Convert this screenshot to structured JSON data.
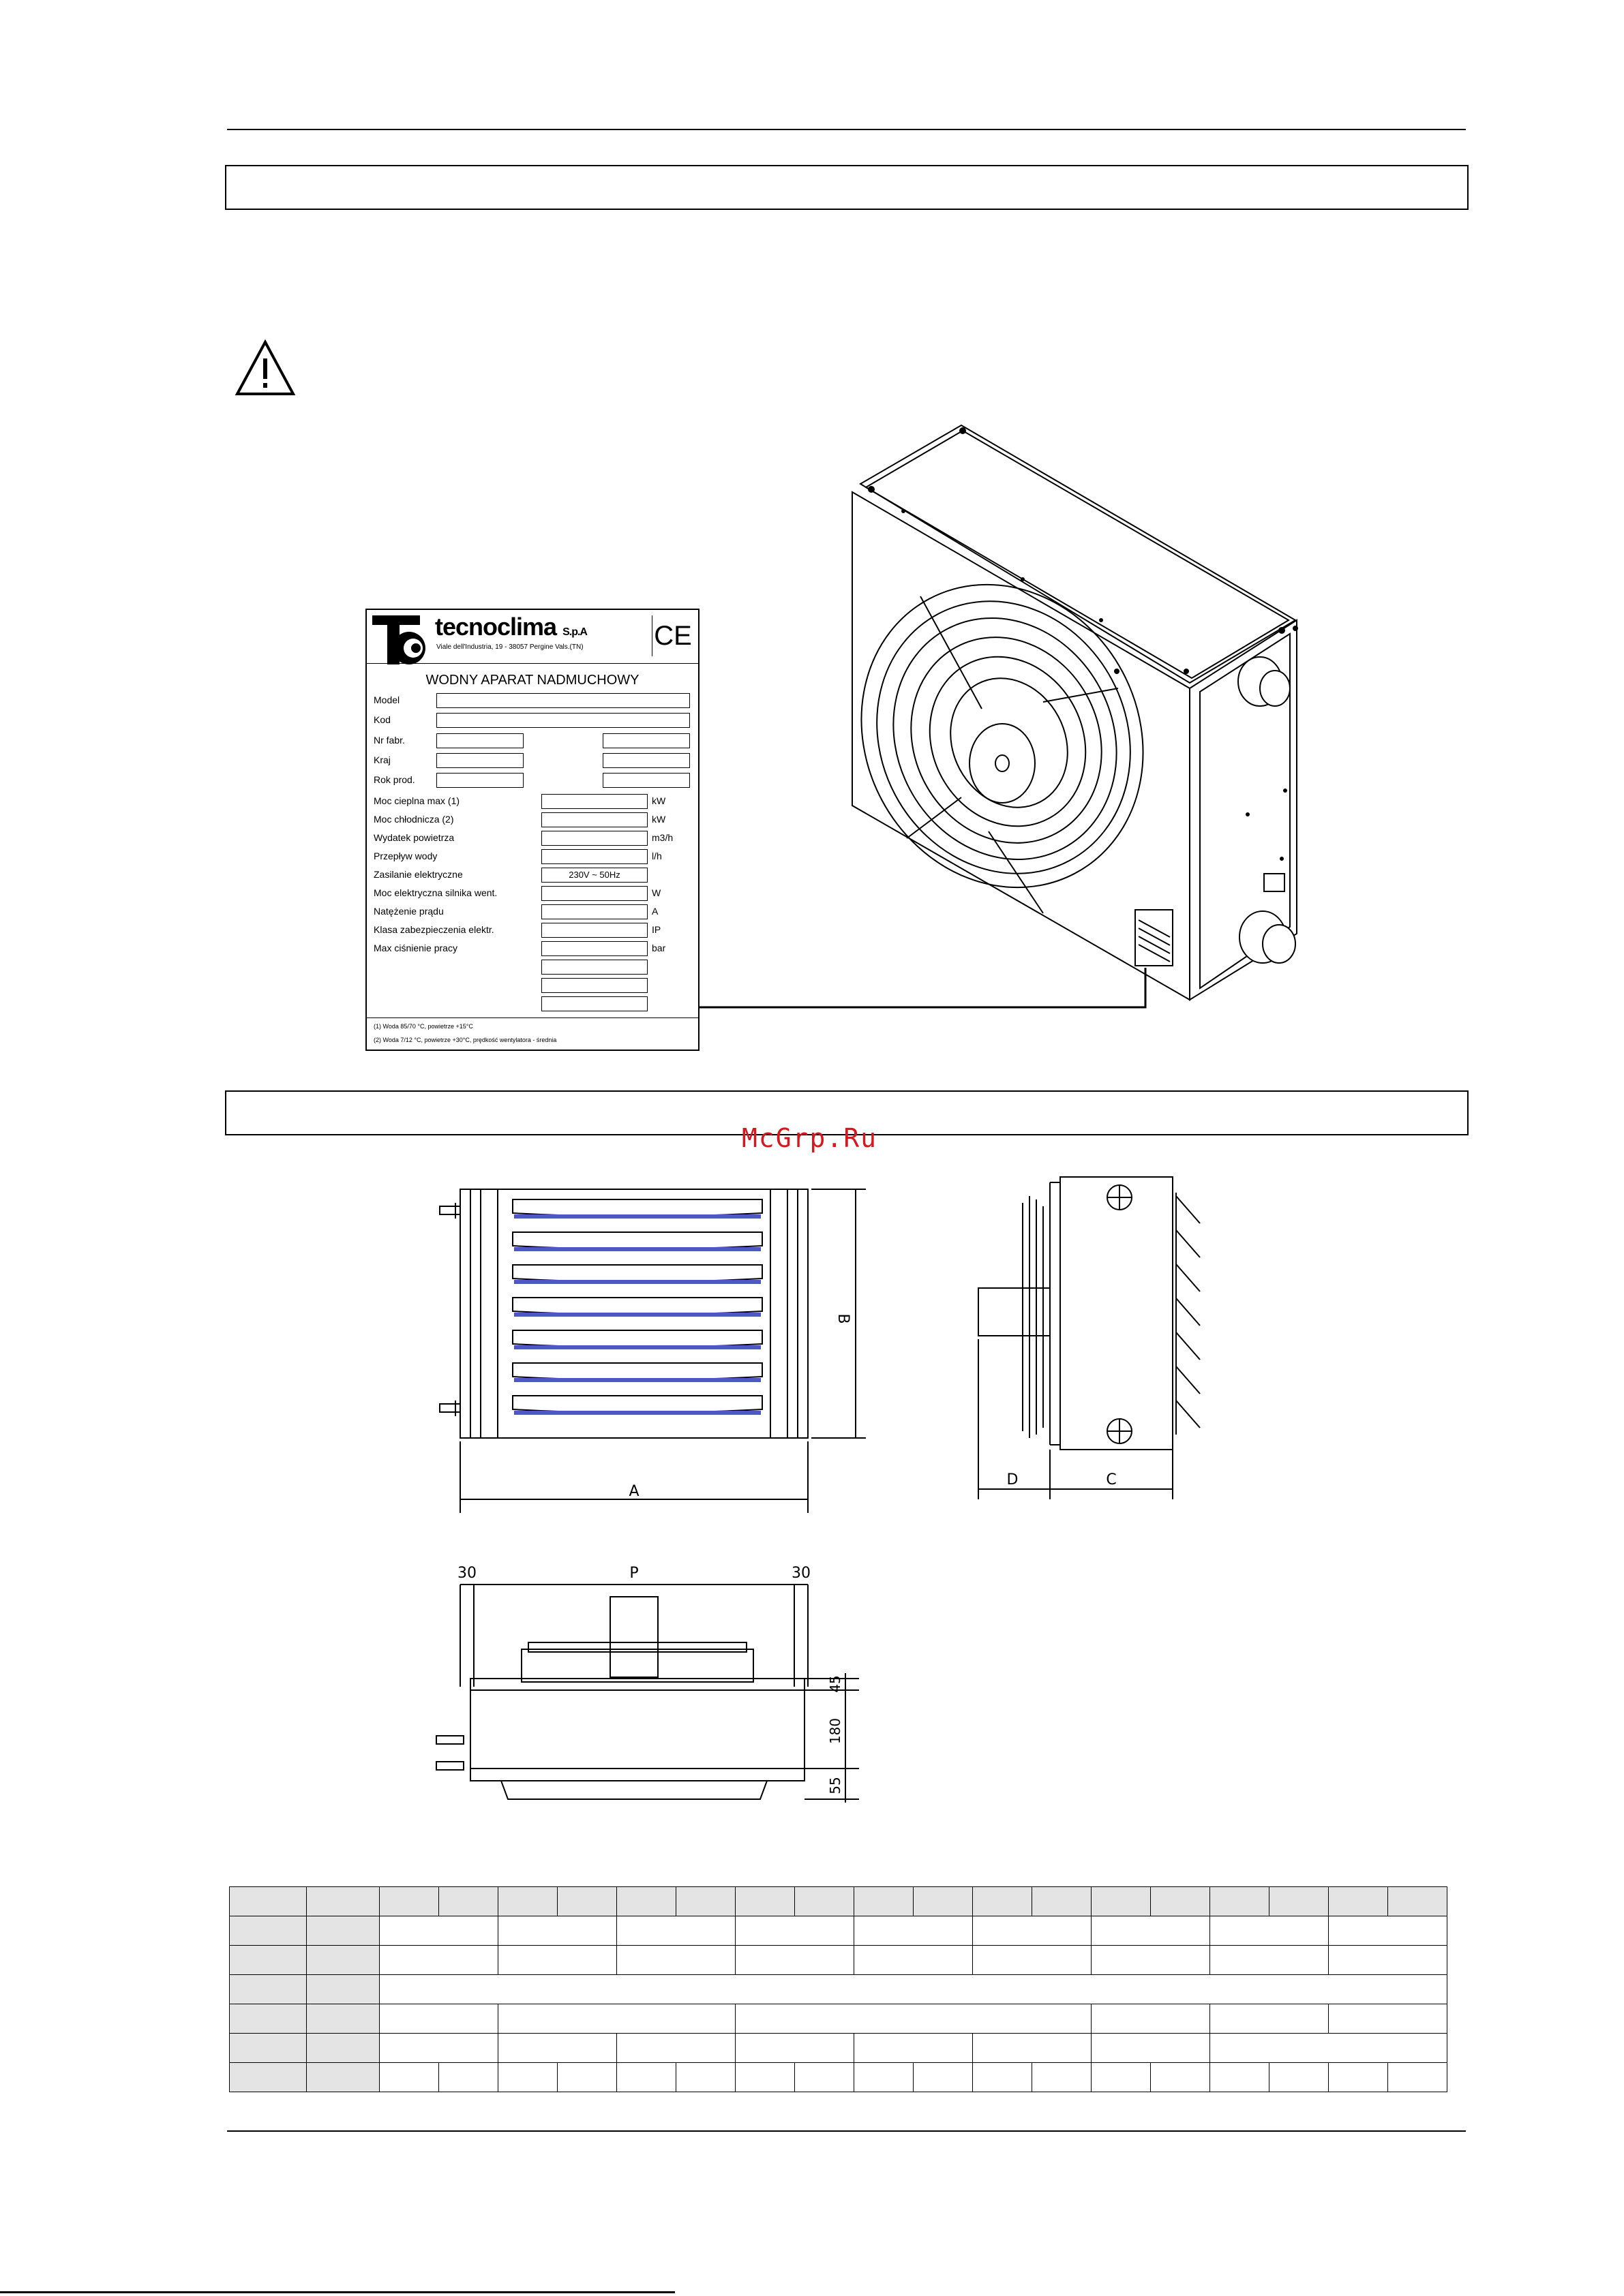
{
  "watermark": "McGrp.Ru",
  "nameplate": {
    "brand": "tecnoclima",
    "brand_suffix": "S.p.A",
    "address": "Viale dell'Industria, 19 - 38057 Pergine Vals.(TN)",
    "ce_mark": "CE",
    "title": "WODNY APARAT NADMUCHOWY",
    "rows_top": [
      "Model",
      "Kod",
      "Nr fabr.",
      "Kraj",
      "Rok prod."
    ],
    "rows": [
      {
        "label": "Moc  cieplna max (1)",
        "value": "",
        "unit": "kW"
      },
      {
        "label": "Moc  chłodnicza (2)",
        "value": "",
        "unit": "kW"
      },
      {
        "label": "Wydatek powietrza",
        "value": "",
        "unit": "m3/h"
      },
      {
        "label": "Przepływ wody",
        "value": "",
        "unit": "l/h"
      },
      {
        "label": "Zasilanie elektryczne",
        "value": "230V ~ 50Hz",
        "unit": ""
      },
      {
        "label": "Moc elektryczna silnika went.",
        "value": "",
        "unit": "W"
      },
      {
        "label": "Natężenie prądu",
        "value": "",
        "unit": "A"
      },
      {
        "label": "Klasa zabezpieczenia elektr.",
        "value": "",
        "unit": "IP"
      },
      {
        "label": "Max ciśnienie pracy",
        "value": "",
        "unit": "bar"
      }
    ],
    "footnote1": "(1) Woda 85/70 °C, powietrze +15°C",
    "footnote2": "(2) Woda  7/12 °C, powietrze +30°C, prędkość wentylatora - średnia"
  },
  "dimensions": {
    "front": {
      "width_label": "A",
      "height_label": "B"
    },
    "side": {
      "depth_label_1": "D",
      "depth_label_2": "C"
    },
    "top": {
      "left_margin": "30",
      "pitch_label": "P",
      "right_margin": "30",
      "dim_1": "45",
      "dim_2": "180",
      "dim_3": "55"
    }
  },
  "icons": {
    "warning": "warning-triangle-icon"
  }
}
